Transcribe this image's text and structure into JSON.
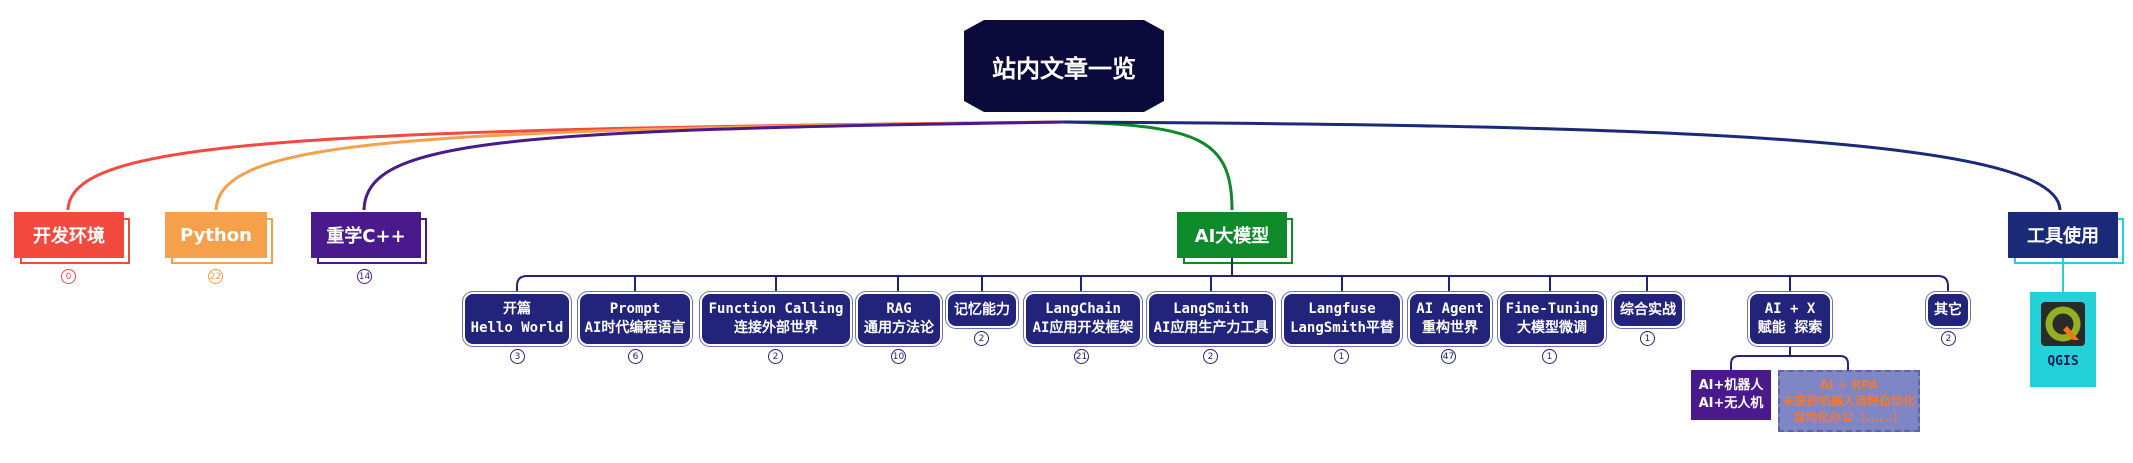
{
  "title": "站内文章一览",
  "colors": {
    "root": "#0b0b3b",
    "dev_env": "#f24a3e",
    "python": "#f5a04a",
    "cpp": "#4a1a8c",
    "ai": "#0f8a2a",
    "tools": "#1a2a78",
    "leaf": "#22237a",
    "sub_robot": "#4a1a8c",
    "sub_dashed": "#7f86c6"
  },
  "branches": {
    "dev_env": {
      "label": "开发环境",
      "count": "0"
    },
    "python": {
      "label": "Python",
      "count": "22"
    },
    "cpp": {
      "label": "重学C++",
      "count": "14"
    },
    "ai": {
      "label": "AI大模型"
    },
    "tools": {
      "label": "工具使用"
    }
  },
  "ai_leaves": [
    {
      "line1": "开篇",
      "line2": "Hello World",
      "count": "3"
    },
    {
      "line1": "Prompt",
      "line2": "AI时代编程语言",
      "count": "6"
    },
    {
      "line1": "Function Calling",
      "line2": "连接外部世界",
      "count": "2"
    },
    {
      "line1": "RAG",
      "line2": "通用方法论",
      "count": "10"
    },
    {
      "line1": "记忆能力",
      "line2": "",
      "count": "2"
    },
    {
      "line1": "LangChain",
      "line2": "AI应用开发框架",
      "count": "21"
    },
    {
      "line1": "LangSmith",
      "line2": "AI应用生产力工具",
      "count": "2"
    },
    {
      "line1": "Langfuse",
      "line2": "LangSmith平替",
      "count": "1"
    },
    {
      "line1": "AI Agent",
      "line2": "重构世界",
      "count": "47"
    },
    {
      "line1": "Fine-Tuning",
      "line2": "大模型微调",
      "count": "1"
    },
    {
      "line1": "综合实战",
      "line2": "",
      "count": "1"
    },
    {
      "line1": "AI + X",
      "line2": "赋能 探索",
      "count": ""
    },
    {
      "line1": "其它",
      "line2": "",
      "count": "2"
    }
  ],
  "ai_x_children": {
    "robot": {
      "line1": "AI+机器人",
      "line2": "AI+无人机"
    },
    "dashed": {
      "line1": "AI + RPA",
      "line2": "未来的机器人流程自动化",
      "line3": "自动化办公（......）"
    }
  },
  "tools_children": {
    "qgis": {
      "label": "QGIS",
      "icon": "qgis-logo-icon"
    }
  }
}
